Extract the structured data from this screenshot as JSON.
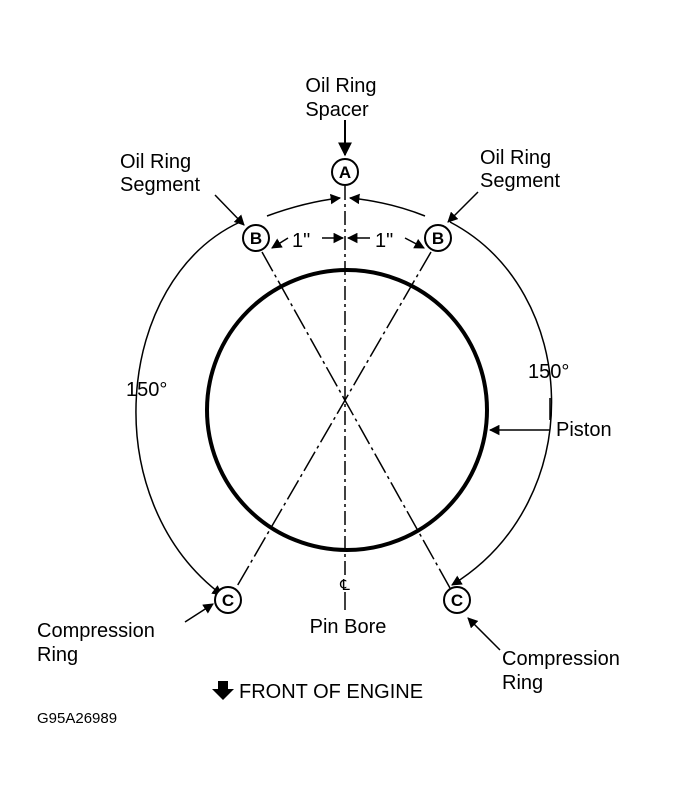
{
  "labels": {
    "oil_ring_spacer_1": "Oil Ring",
    "oil_ring_spacer_2": "Spacer",
    "oil_ring_segment_left_1": "Oil Ring",
    "oil_ring_segment_left_2": "Segment",
    "oil_ring_segment_right_1": "Oil Ring",
    "oil_ring_segment_right_2": "Segment",
    "dim_left": "1\"",
    "dim_right": "1\"",
    "angle_left": "150°",
    "angle_right": "150°",
    "piston": "Piston",
    "centerline_symbol": "℄",
    "pin_bore": "Pin Bore",
    "compression_ring_left_1": "Compression",
    "compression_ring_left_2": "Ring",
    "compression_ring_right_1": "Compression",
    "compression_ring_right_2": "Ring",
    "front_of_engine": "FRONT OF ENGINE",
    "figure_id": "G95A26989"
  },
  "markers": {
    "a": "A",
    "b_left": "B",
    "b_right": "B",
    "c_left": "C",
    "c_right": "C"
  },
  "icons": {
    "front_arrow": "down-arrow-icon"
  }
}
